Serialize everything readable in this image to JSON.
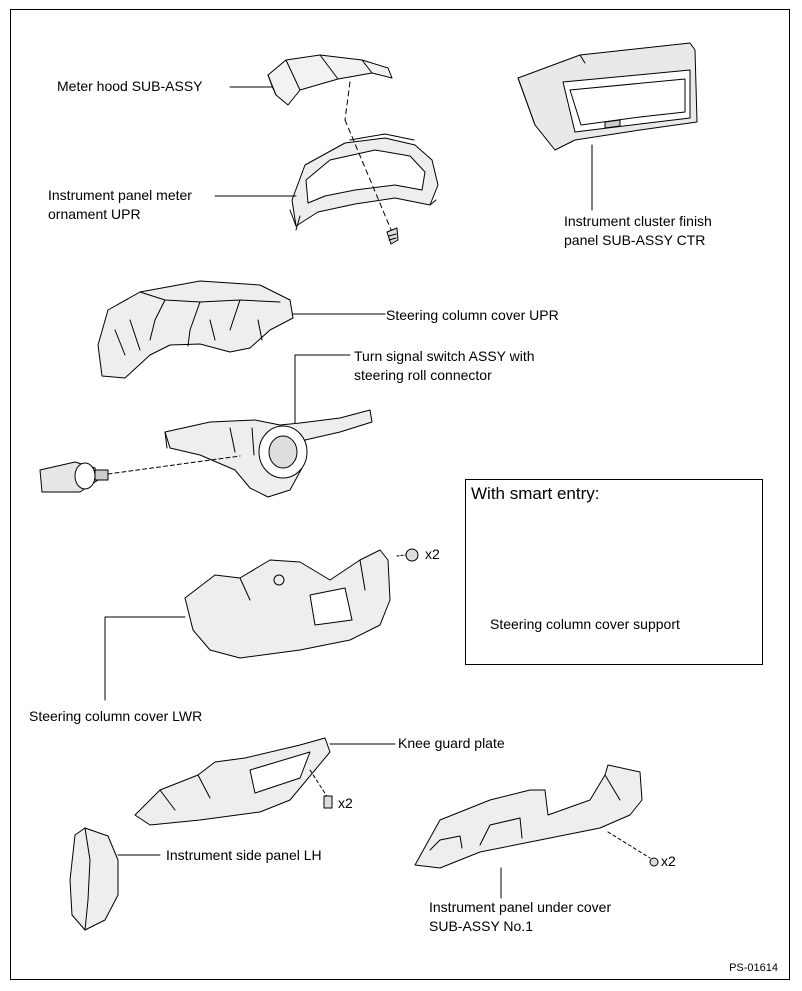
{
  "labels": {
    "meter_hood": "Meter hood SUB-ASSY",
    "ornament_line1": "Instrument panel meter",
    "ornament_line2": "ornament UPR",
    "cluster_finish_line1": "Instrument cluster finish",
    "cluster_finish_line2": "panel SUB-ASSY CTR",
    "column_cover_upr": "Steering column cover UPR",
    "turn_signal_line1": "Turn signal switch ASSY with",
    "turn_signal_line2": "steering roll connector",
    "column_cover_lwr": "Steering column cover LWR",
    "knee_guard": "Knee guard plate",
    "side_panel": "Instrument side panel LH",
    "under_cover_line1": "Instrument panel under cover",
    "under_cover_line2": "SUB-ASSY No.1"
  },
  "quantities": {
    "column_clip": "x2",
    "knee_bolt": "x2",
    "under_cover_screw": "x2"
  },
  "inset": {
    "title": "With smart entry:",
    "label": "Steering column cover support"
  },
  "figure_code": "PS-01614"
}
